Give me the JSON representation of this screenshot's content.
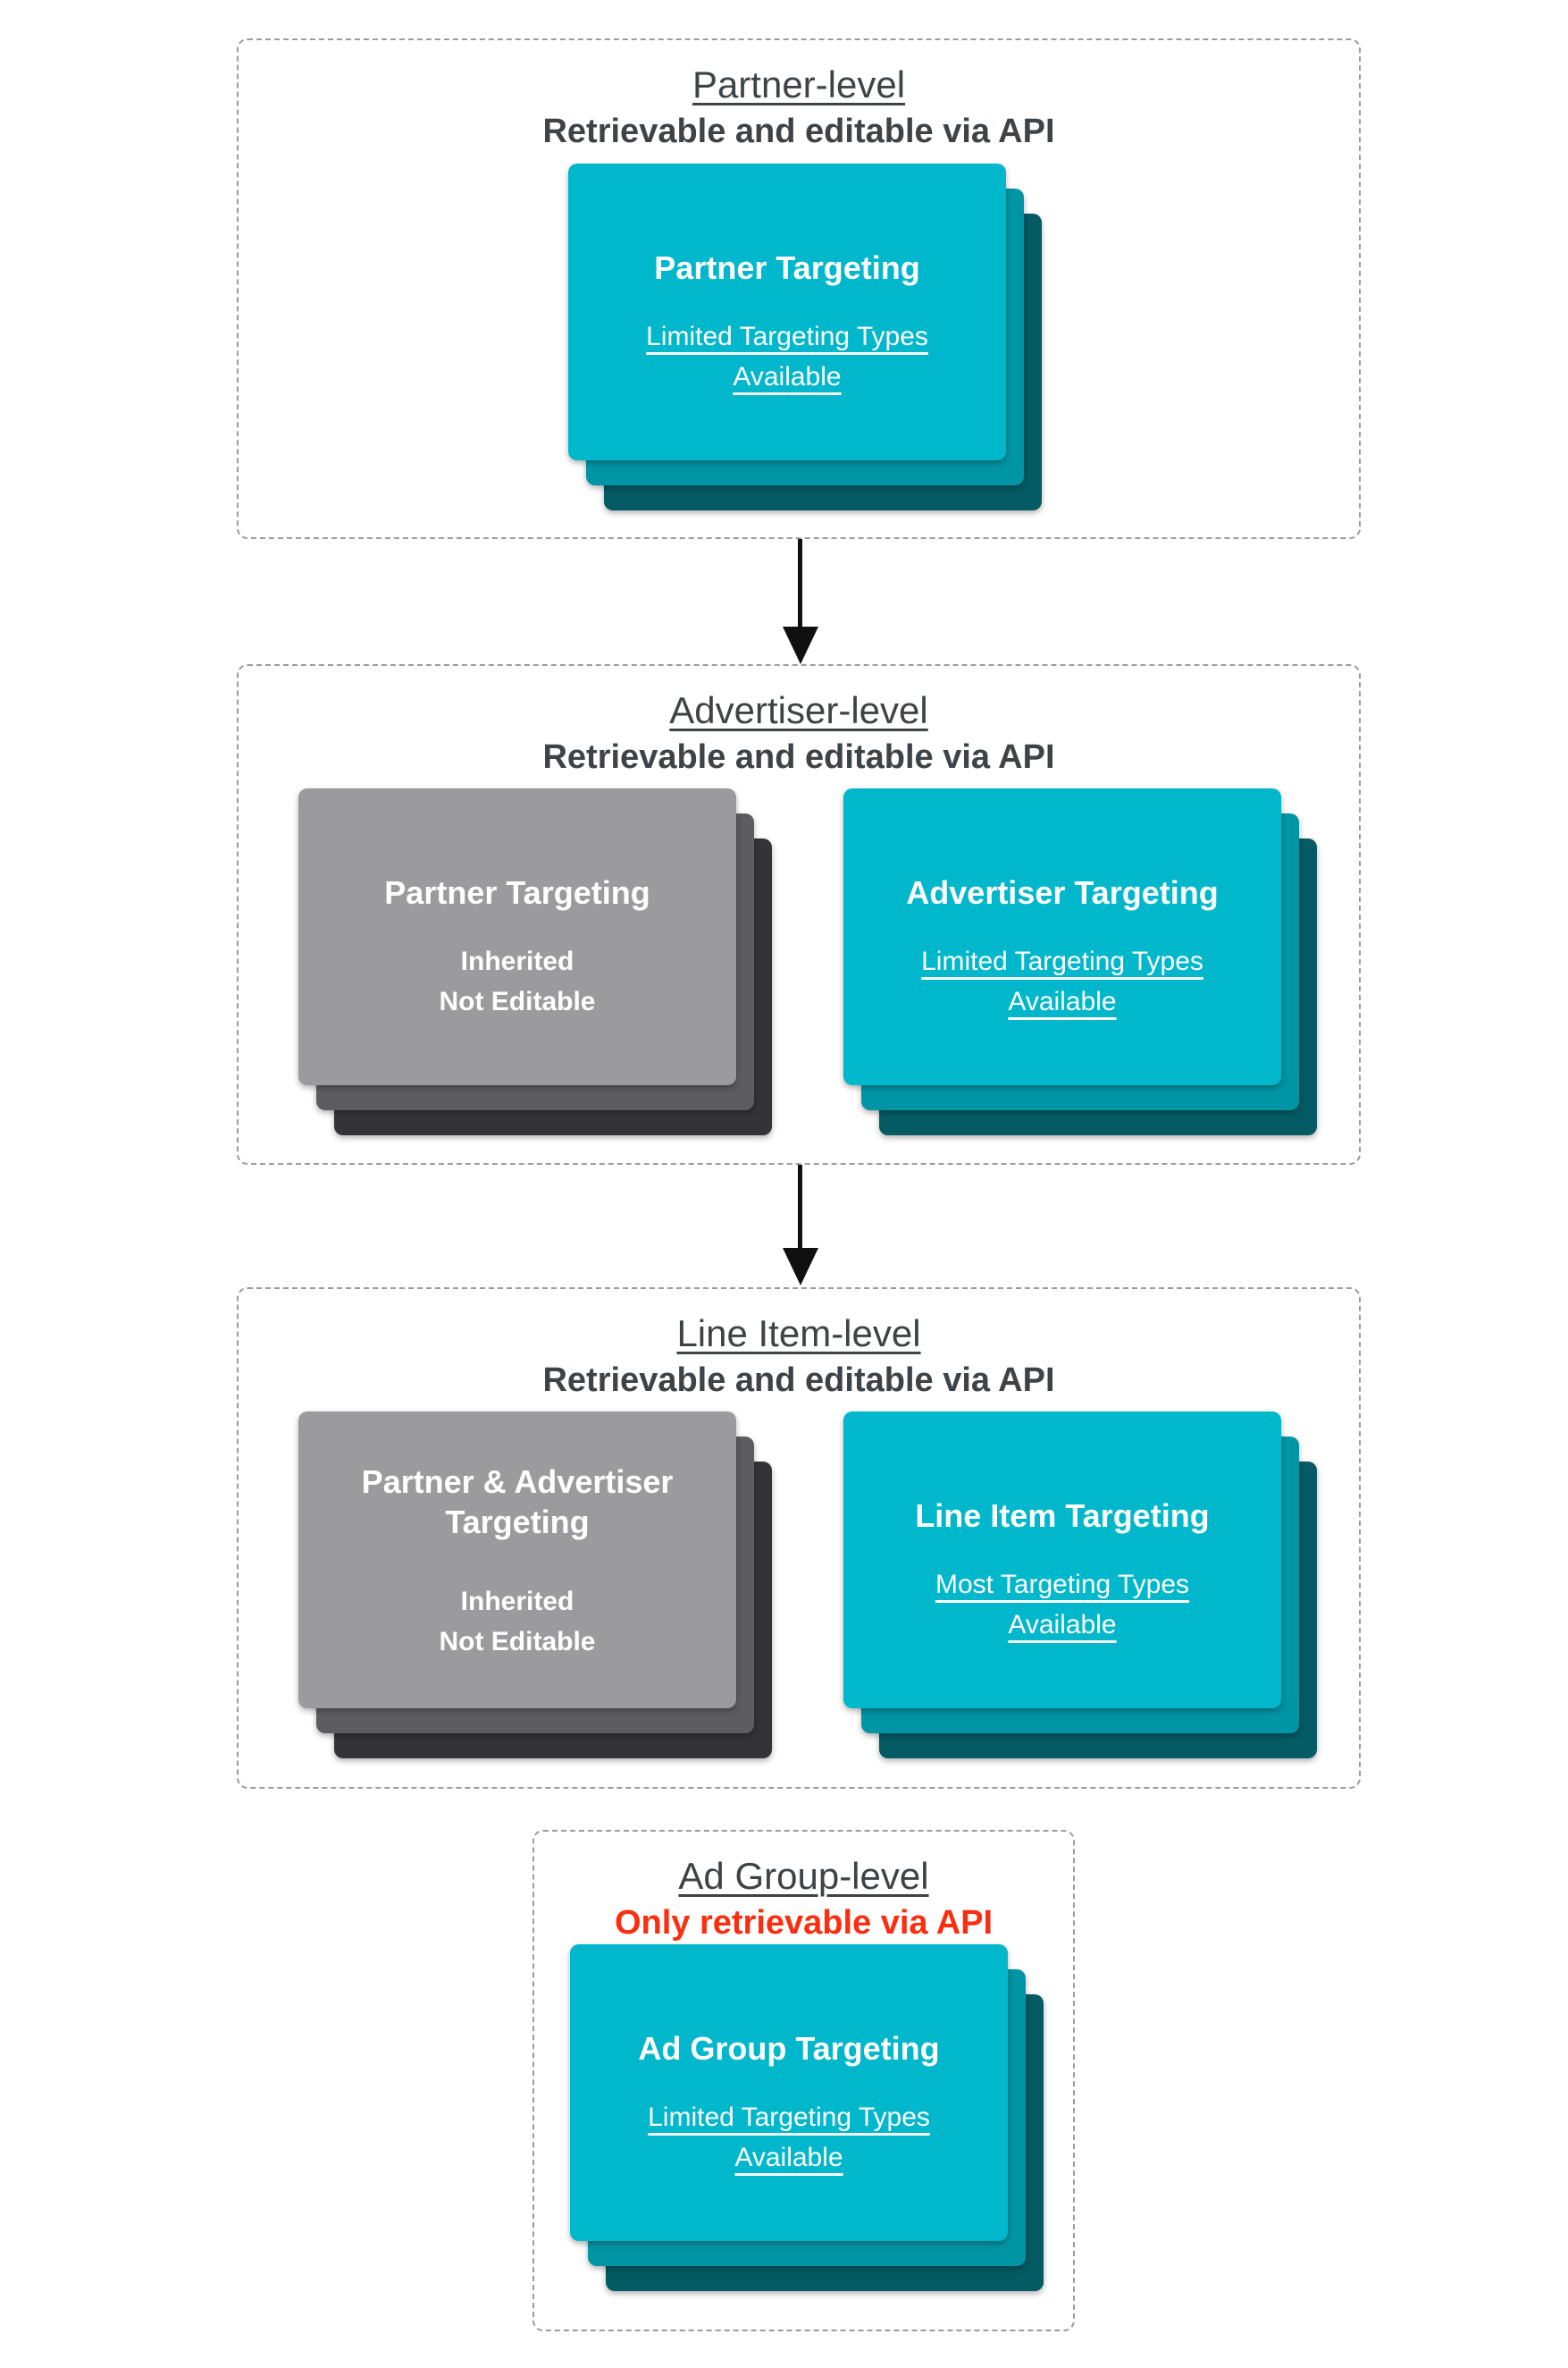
{
  "palette": {
    "cyan_front": "#00b7cb",
    "cyan_mid": "#0095a4",
    "cyan_back": "#045b63",
    "gray_front": "#9b9b9d",
    "gray_mid": "#5d5d60",
    "gray_back": "#343437",
    "header_text": "#3e4347",
    "red_text": "#fb2e10",
    "dash_border": "#9b9b9b",
    "arrow": "#101010"
  },
  "sections": [
    {
      "id": "partner-level",
      "title": "Partner-level",
      "subtitle": "Retrievable and editable via API",
      "cards": [
        {
          "style": "cyan",
          "title": "Partner Targeting",
          "body": [
            "Limited Targeting Types",
            "Available"
          ],
          "body_underline": true
        }
      ]
    },
    {
      "id": "advertiser-level",
      "title": "Advertiser-level",
      "subtitle": "Retrievable and editable via API",
      "cards": [
        {
          "style": "gray",
          "title": "Partner Targeting",
          "body": [
            "Inherited",
            "Not Editable"
          ],
          "body_underline": false
        },
        {
          "style": "cyan",
          "title": "Advertiser Targeting",
          "body": [
            "Limited Targeting Types",
            "Available"
          ],
          "body_underline": true
        }
      ]
    },
    {
      "id": "line-item-level",
      "title": "Line Item-level",
      "subtitle": "Retrievable and editable via API",
      "cards": [
        {
          "style": "gray",
          "title": "Partner & Advertiser Targeting",
          "body": [
            "Inherited",
            "Not Editable"
          ],
          "body_underline": false
        },
        {
          "style": "cyan",
          "title": "Line Item Targeting",
          "body": [
            "Most Targeting Types",
            "Available"
          ],
          "body_underline": true
        }
      ]
    },
    {
      "id": "ad-group-level",
      "title": "Ad Group-level",
      "subtitle": "Only retrievable via API",
      "subtitle_color": "red",
      "cards": [
        {
          "style": "cyan",
          "title": "Ad Group Targeting",
          "body": [
            "Limited Targeting Types",
            "Available"
          ],
          "body_underline": true
        }
      ]
    }
  ]
}
